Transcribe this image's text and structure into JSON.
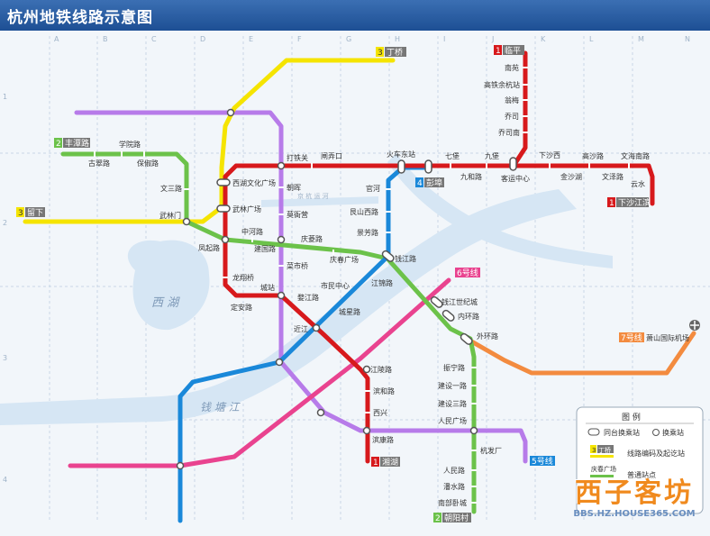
{
  "title": "杭州地铁线路示意图",
  "colors": {
    "line1": "#d7191c",
    "line2": "#6cc24a",
    "line3": "#f5e400",
    "line4": "#1a88d9",
    "line5": "#b77be9",
    "line6": "#e9438f",
    "line7": "#f38b3f",
    "water": "#d6e6f4",
    "background": "#f2f6fa",
    "titlebar": "#2a5ea5"
  },
  "grid": {
    "columns": [
      "A",
      "B",
      "C",
      "D",
      "E",
      "F",
      "G",
      "H",
      "I",
      "J",
      "K",
      "L",
      "M",
      "N"
    ],
    "rows": [
      "1",
      "2",
      "3",
      "4"
    ]
  },
  "water_labels": [
    "西 湖",
    "钱 塘 江",
    "京 杭 运 河"
  ],
  "line_tags": {
    "l3_top": {
      "num": "3",
      "name": "丁桥"
    },
    "l1_top": {
      "num": "1",
      "name": "临平"
    },
    "l2_left": {
      "num": "2",
      "name": "丰潭路"
    },
    "l3_left": {
      "num": "3",
      "name": "留下"
    },
    "l1_right": {
      "num": "1",
      "name": "下沙江滨"
    },
    "l4_tag": {
      "num": "4",
      "name": "彭埠"
    },
    "l6_tag": {
      "num": "",
      "name": "6号线"
    },
    "l7_tag": {
      "num": "",
      "name": "7号线"
    },
    "l5_tag": {
      "num": "",
      "name": "5号线"
    },
    "l1_bottom": {
      "num": "1",
      "name": "湘湖"
    },
    "l2_bottom": {
      "num": "2",
      "name": "朝阳村"
    }
  },
  "stations": {
    "nanyuan": "南苑",
    "gaotie": "高铁余杭站",
    "linping_st": "翁梅",
    "qiaosi": "乔司",
    "qiaosinan": "乔司南",
    "xueyuan": "学院路",
    "gudang": "古翠路",
    "baochu": "保俶路",
    "wensan": "文三路",
    "wulinmen": "武林门",
    "fengqi": "凤起路",
    "xihuwenhua": "西湖文化广场",
    "wulinsq": "武林广场",
    "zhonghe": "中河路",
    "jianguo": "建国路",
    "dating": "打铁关",
    "zhaohui": "朝晖",
    "moyeying": "莫衙营",
    "zhaliang": "闸弄口",
    "huochedongzhan": "火车东站",
    "qibao": "七堡",
    "jiubao": "九堡",
    "jiuhe": "九和路",
    "keyun": "客运中心",
    "xiashaxi": "下沙西",
    "jinshahu": "金沙湖",
    "gaosha": "高沙路",
    "wenze": "文泽路",
    "wenhainan": "文海南路",
    "yunshui": "云水",
    "guanhe": "官河",
    "genshanxi": "艮山西路",
    "jingfang": "景芳路",
    "qingchun": "庆春广场",
    "qingdi": "庆菱路",
    "caishi": "菜市桥",
    "qianjiang": "钱江路",
    "jiangjin": "江锦路",
    "shimin": "市民中心",
    "chengzhan": "城站",
    "wujiang": "婺江路",
    "jinjiang": "近江",
    "chengxing": "城星路",
    "dingan": "定安路",
    "longxiang": "龙翔桥",
    "shiji": "钱江世纪城",
    "neihuan": "内环路",
    "waihuan": "外环路",
    "airport": "萧山国际机场",
    "zhenning": "振宁路",
    "jianshe1": "建设一路",
    "jianshe3": "建设三路",
    "renminsq": "人民广场",
    "hangfa": "杭发厂",
    "renminlu": "人民路",
    "panshui": "潘水路",
    "nanbu": "南部卧城",
    "jianglingl": "江陵路",
    "binhe": "滨和路",
    "xixing": "西兴",
    "binkang": "滨康路"
  },
  "legend": {
    "title": "图  例",
    "transfer_same": "同台换乘站",
    "transfer": "换乘站",
    "terminal": "线路编码及起讫站",
    "terminal_num": "3",
    "terminal_name": "丁桥",
    "regular_sample": "庆春广场",
    "regular": "普通站点"
  },
  "watermark": {
    "logo": "西子客坊",
    "url": "BBS.HZ.HOUSE365.COM"
  }
}
